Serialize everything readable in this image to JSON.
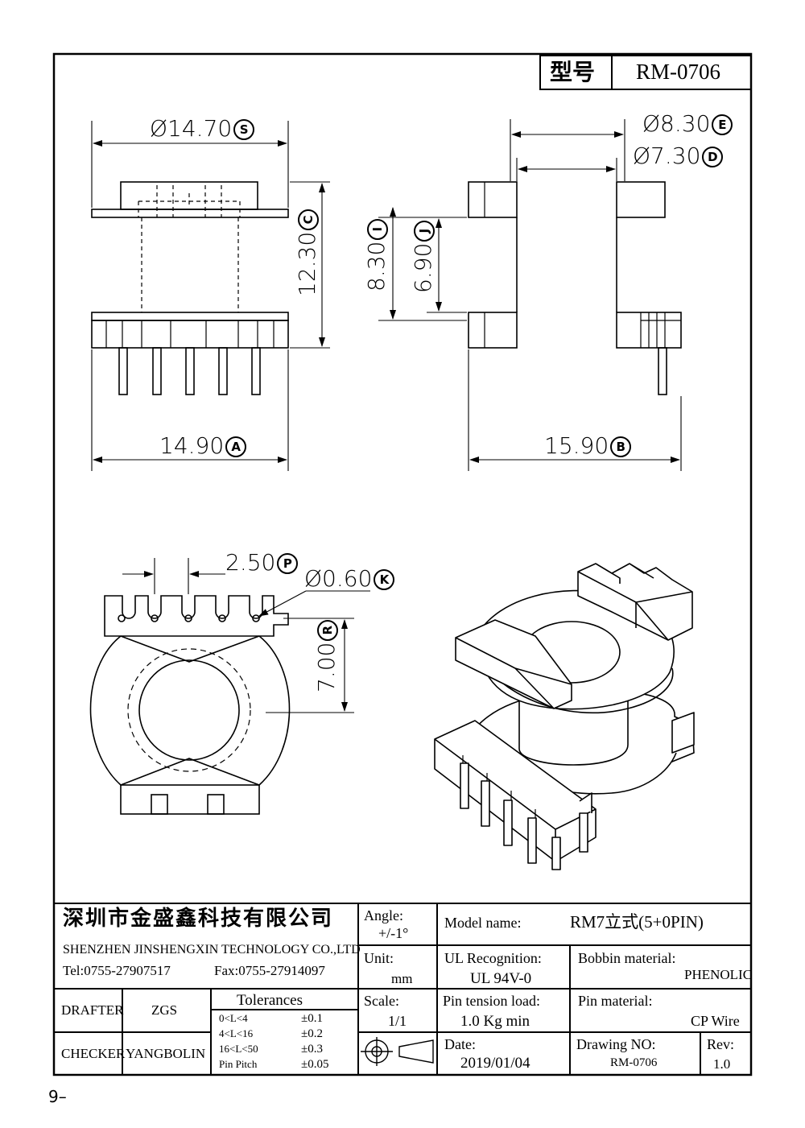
{
  "title_block_top": {
    "label_model": "型号",
    "model_code": "RM-0706"
  },
  "dimensions": {
    "s": {
      "value": "Ø14.70",
      "badge": "S"
    },
    "e": {
      "value": "Ø8.30",
      "badge": "E"
    },
    "d": {
      "value": "Ø7.30",
      "badge": "D"
    },
    "c": {
      "value": "12.30",
      "badge": "C"
    },
    "i": {
      "value": "8.30",
      "badge": "I"
    },
    "j": {
      "value": "6.90",
      "badge": "J"
    },
    "a": {
      "value": "14.90",
      "badge": "A"
    },
    "b": {
      "value": "15.90",
      "badge": "B"
    },
    "p": {
      "value": "2.50",
      "badge": "P"
    },
    "k": {
      "value": "Ø0.60",
      "badge": "K"
    },
    "r": {
      "value": "7.00",
      "badge": "R"
    }
  },
  "title_block": {
    "company_cn": "深圳市金盛鑫科技有限公司",
    "company_en": "SHENZHEN JINSHENGXIN TECHNOLOGY CO.,LTD",
    "tel": "Tel:0755-27907517",
    "fax": "Fax:0755-27914097",
    "drafter_label": "DRAFTER",
    "drafter_name": "ZGS",
    "checker_label": "CHECKER",
    "checker_name": "YANGBOLIN",
    "tolerances_title": "Tolerances",
    "tolerances": [
      {
        "range": "0<L<4",
        "value": "±0.1"
      },
      {
        "range": "4<L<16",
        "value": "±0.2"
      },
      {
        "range": "16<L<50",
        "value": "±0.3"
      },
      {
        "range": "Pin Pitch",
        "value": "±0.05"
      }
    ],
    "angle_label": "Angle:",
    "angle_value": "+/-1°",
    "unit_label": "Unit:",
    "unit_value": "mm",
    "scale_label": "Scale:",
    "scale_value": "1/1",
    "model_name_label": "Model name:",
    "model_name_value": "RM7立式(5+0PIN)",
    "ul_label": "UL Recognition:",
    "ul_value": "UL 94V-0",
    "bobbin_label": "Bobbin material:",
    "bobbin_value": "PHENOLIC",
    "pin_tension_label": "Pin tension load:",
    "pin_tension_value": "1.0 Kg min",
    "pin_material_label": "Pin material:",
    "pin_material_value": "CP Wire",
    "date_label": "Date:",
    "date_value": "2019/01/04",
    "drawing_no_label": "Drawing NO:",
    "drawing_no_value": "RM-0706",
    "rev_label": "Rev:",
    "rev_value": "1.0"
  },
  "page_number": "9–"
}
